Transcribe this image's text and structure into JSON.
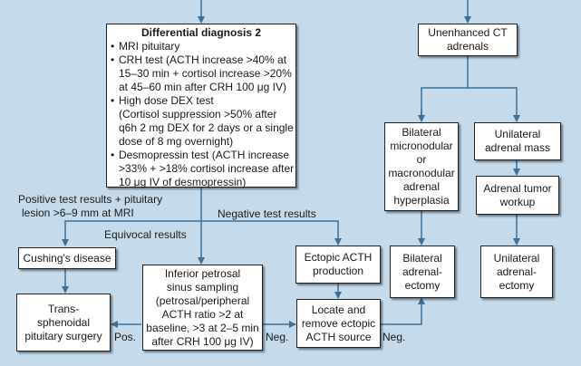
{
  "nodes": {
    "differential_diagnosis_2": {
      "title": "Differential diagnosis 2",
      "items": [
        {
          "lines": [
            "MRI pituitary"
          ]
        },
        {
          "lines": [
            "CRH test (ACTH increase >40% at",
            "15–30 min + cortisol increase >20%",
            "at 45–60 min after CRH 100 μg IV)"
          ]
        },
        {
          "lines": [
            "High dose DEX test",
            "(Cortisol suppression >50% after",
            "q6h 2 mg DEX for 2 days or a single",
            "dose of 8 mg overnight)"
          ]
        },
        {
          "lines": [
            "Desmopressin test (ACTH increase",
            ">33% + >18% cortisol increase after",
            "10 μg IV of desmopressin)"
          ]
        }
      ]
    },
    "unenhanced_ct": {
      "lines": [
        "Unenhanced CT",
        "adrenals"
      ]
    },
    "bilateral_hyperplasia": {
      "lines": [
        "Bilateral",
        "micronodular",
        "or",
        "macronodular",
        "adrenal",
        "hyperplasia"
      ]
    },
    "unilateral_mass": {
      "lines": [
        "Unilateral",
        "adrenal mass"
      ]
    },
    "adrenal_tumor_workup": {
      "lines": [
        "Adrenal tumor",
        "workup"
      ]
    },
    "bilateral_adrenalectomy": {
      "lines": [
        "Bilateral",
        "adrenal-",
        "ectomy"
      ]
    },
    "unilateral_adrenalectomy": {
      "lines": [
        "Unilateral",
        "adrenal-",
        "ectomy"
      ]
    },
    "cushings_disease": {
      "lines": [
        "Cushing's disease"
      ]
    },
    "transsphenoidal_surgery": {
      "lines": [
        "Trans-",
        "sphenoidal",
        "pituitary surgery"
      ]
    },
    "ipss": {
      "lines": [
        "Inferior petrosal",
        "sinus sampling",
        "(petrosal/peripheral",
        "ACTH ratio >2 at",
        "baseline, >3 at 2–5 min",
        "after CRH 100 μg IV)"
      ]
    },
    "ectopic_acth_production": {
      "lines": [
        "Ectopic ACTH",
        "production"
      ]
    },
    "locate_remove_ectopic": {
      "lines": [
        "Locate and",
        "remove ectopic",
        "ACTH source"
      ]
    }
  },
  "edge_labels": {
    "positive": [
      "Positive test results + pituitary",
      "lesion >6–9 mm at MRI"
    ],
    "negative": "Negative test results",
    "equivocal": "Equivocal results",
    "pos": "Pos.",
    "neg_ipss": "Neg.",
    "neg_locate": "Neg."
  },
  "colors": {
    "background": "#c5dbeb",
    "arrow": "#3f6f98",
    "box_border": "#222222"
  }
}
